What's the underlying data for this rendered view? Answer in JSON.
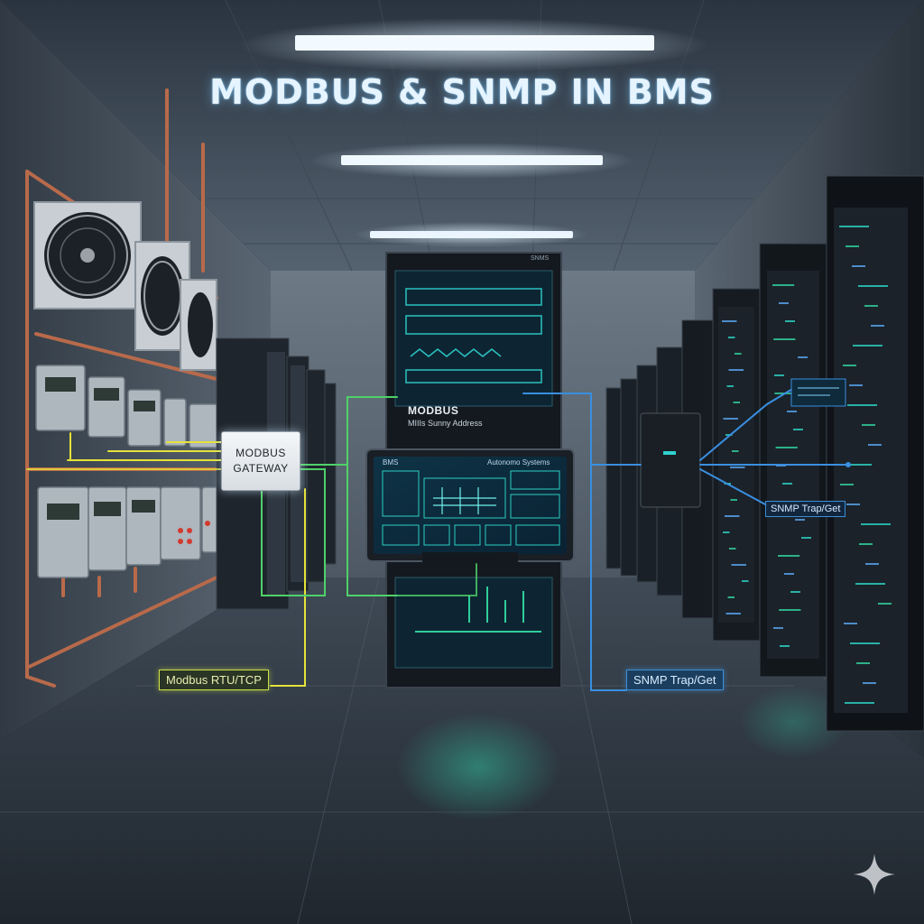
{
  "scene": {
    "title": "MODBUS & SNMP IN BMS",
    "gateway": {
      "line1": "MODBUS",
      "line2": "GATEWAY"
    },
    "labels": {
      "modbus_protocol": "Modbus RTU/TCP",
      "snmp_protocol": "SNMP Trap/Get",
      "snmp_side": "SNMP Trap/Get"
    },
    "central_rack": {
      "tag_main": "MODBUS",
      "tag_sub": "MIIIs Sunny Address",
      "top_badge": "SNMS"
    },
    "touch_panel": {
      "header_left": "BMS",
      "header_right": "Autonomo Systems"
    },
    "colors": {
      "modbus_wire": "#e6e23a",
      "gateway_wire": "#4fd16a",
      "snmp_wire": "#3a8fe0",
      "copper_pipe": "#b86a4a",
      "ceiling_light": "#eef7ff",
      "title_glow": "#9fd8ff",
      "screen_glow": "#2fe0d0"
    },
    "icons": [
      "condenser-fan-icon",
      "electric-meter-icon",
      "sparkle-icon"
    ]
  }
}
